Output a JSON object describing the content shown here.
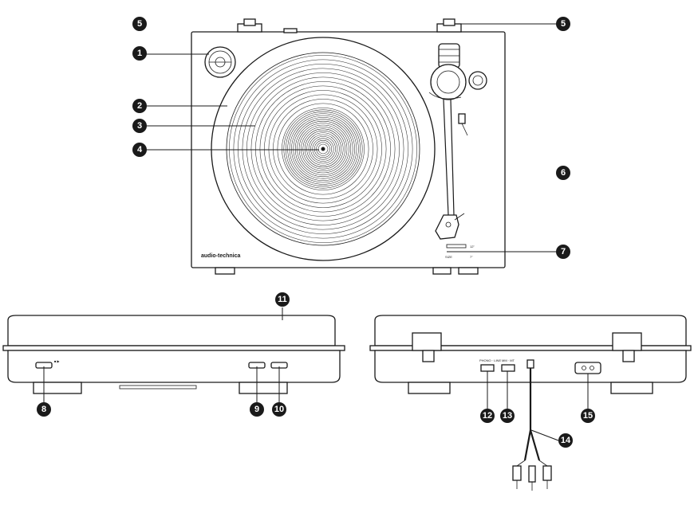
{
  "brand": "audio-technica",
  "speed_label": "SIZE",
  "size_marks": [
    "12\"",
    "7\""
  ],
  "callouts": [
    "1",
    "2",
    "3",
    "4",
    "5",
    "6",
    "7",
    "8",
    "9",
    "10",
    "11",
    "12",
    "13",
    "14",
    "15"
  ]
}
